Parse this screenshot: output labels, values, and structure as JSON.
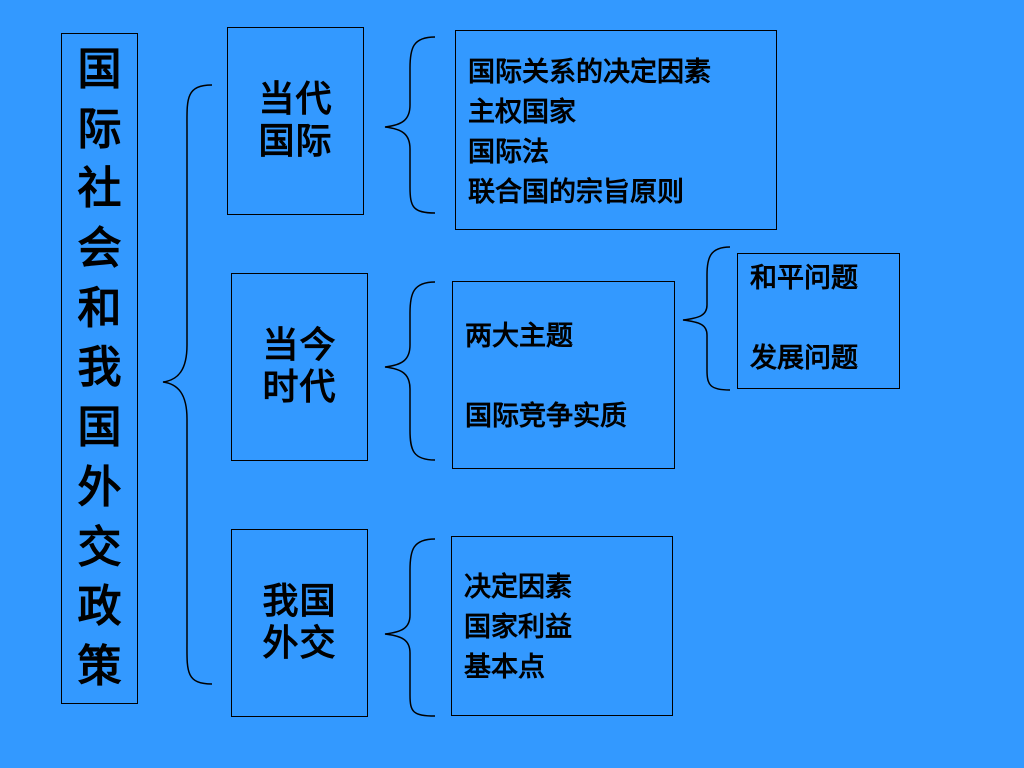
{
  "main_title": [
    "国",
    "际",
    "社",
    "会",
    "和",
    "我",
    "国",
    "外",
    "交",
    "政",
    "策"
  ],
  "categories": [
    {
      "lines": [
        "当代",
        "国际"
      ]
    },
    {
      "lines": [
        "当今",
        "时代"
      ]
    },
    {
      "lines": [
        "我国",
        "外交"
      ]
    }
  ],
  "details": [
    {
      "lines": [
        "国际关系的决定因素",
        "主权国家",
        "国际法",
        "联合国的宗旨原则"
      ]
    },
    {
      "lines": [
        "两大主题",
        "国际竞争实质"
      ]
    },
    {
      "lines": [
        "决定因素",
        "国家利益",
        "基本点"
      ]
    }
  ],
  "sub_detail": {
    "lines": [
      "和平问题",
      "发展问题"
    ]
  },
  "colors": {
    "background": "#3399ff",
    "lines": "#000000",
    "text": "#000000"
  }
}
